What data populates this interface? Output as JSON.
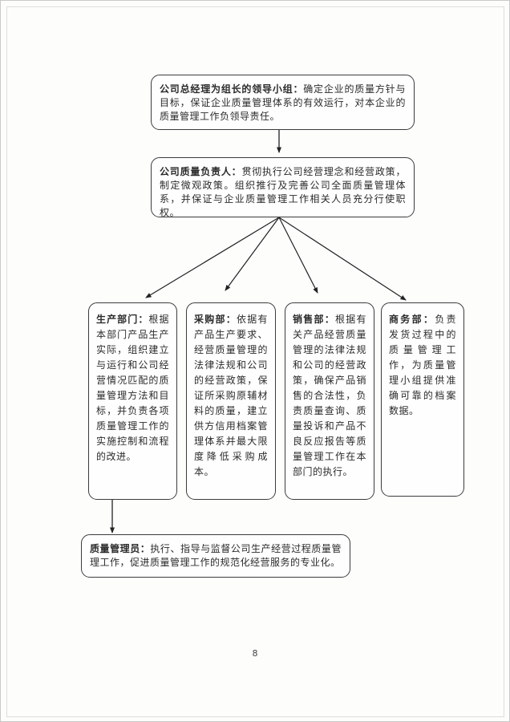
{
  "flowchart": {
    "general_manager_box": {
      "title": "公司总经理为组长的领导小组：",
      "body": "确定企业的质量方针与目标，保证企业质量管理体系的有效运行，对本企业的质量管理工作负领导责任。"
    },
    "quality_lead_box": {
      "title": "公司质量负责人：",
      "body": "贯彻执行公司经营理念和经营政策，制定微观政策。组织推行及完善公司全面质量管理体系，并保证与企业质量管理工作相关人员充分行使职权。"
    },
    "dept_boxes": [
      {
        "title": "生产部门：",
        "body": "根据本部门产品生产实际，组织建立与运行和公司经营情况匹配的质量管理方法和目标，并负责各项质量管理工作的实施控制和流程的改进。"
      },
      {
        "title": "采购部：",
        "body": "依据有产品生产要求、经营质量管理的法律法规和公司的经营政策，保证所采购原辅材料的质量，建立供方信用档案管理体系并最大限度降低采购成本。"
      },
      {
        "title": "销售部：",
        "body": "根据有关产品经营质量管理的法律法规和公司的经营政策，确保产品销售的合法性，负责质量查询、质量投诉和产品不良反应报告等质量管理工作在本部门的执行。"
      },
      {
        "title": "商务部：",
        "body": "负责发货过程中的质量管理工作，为质量管理小组提供准确可靠的档案数据。"
      }
    ],
    "quality_manager_box": {
      "title": "质量管理员：",
      "body": "执行、指导与监督公司生产经营过程质量管理工作，促进质量管理工作的规范化经营服务的专业化。"
    },
    "arrow_color": "#222222",
    "border_color": "#3c3c3c"
  },
  "footer": {
    "page_number": "8"
  }
}
